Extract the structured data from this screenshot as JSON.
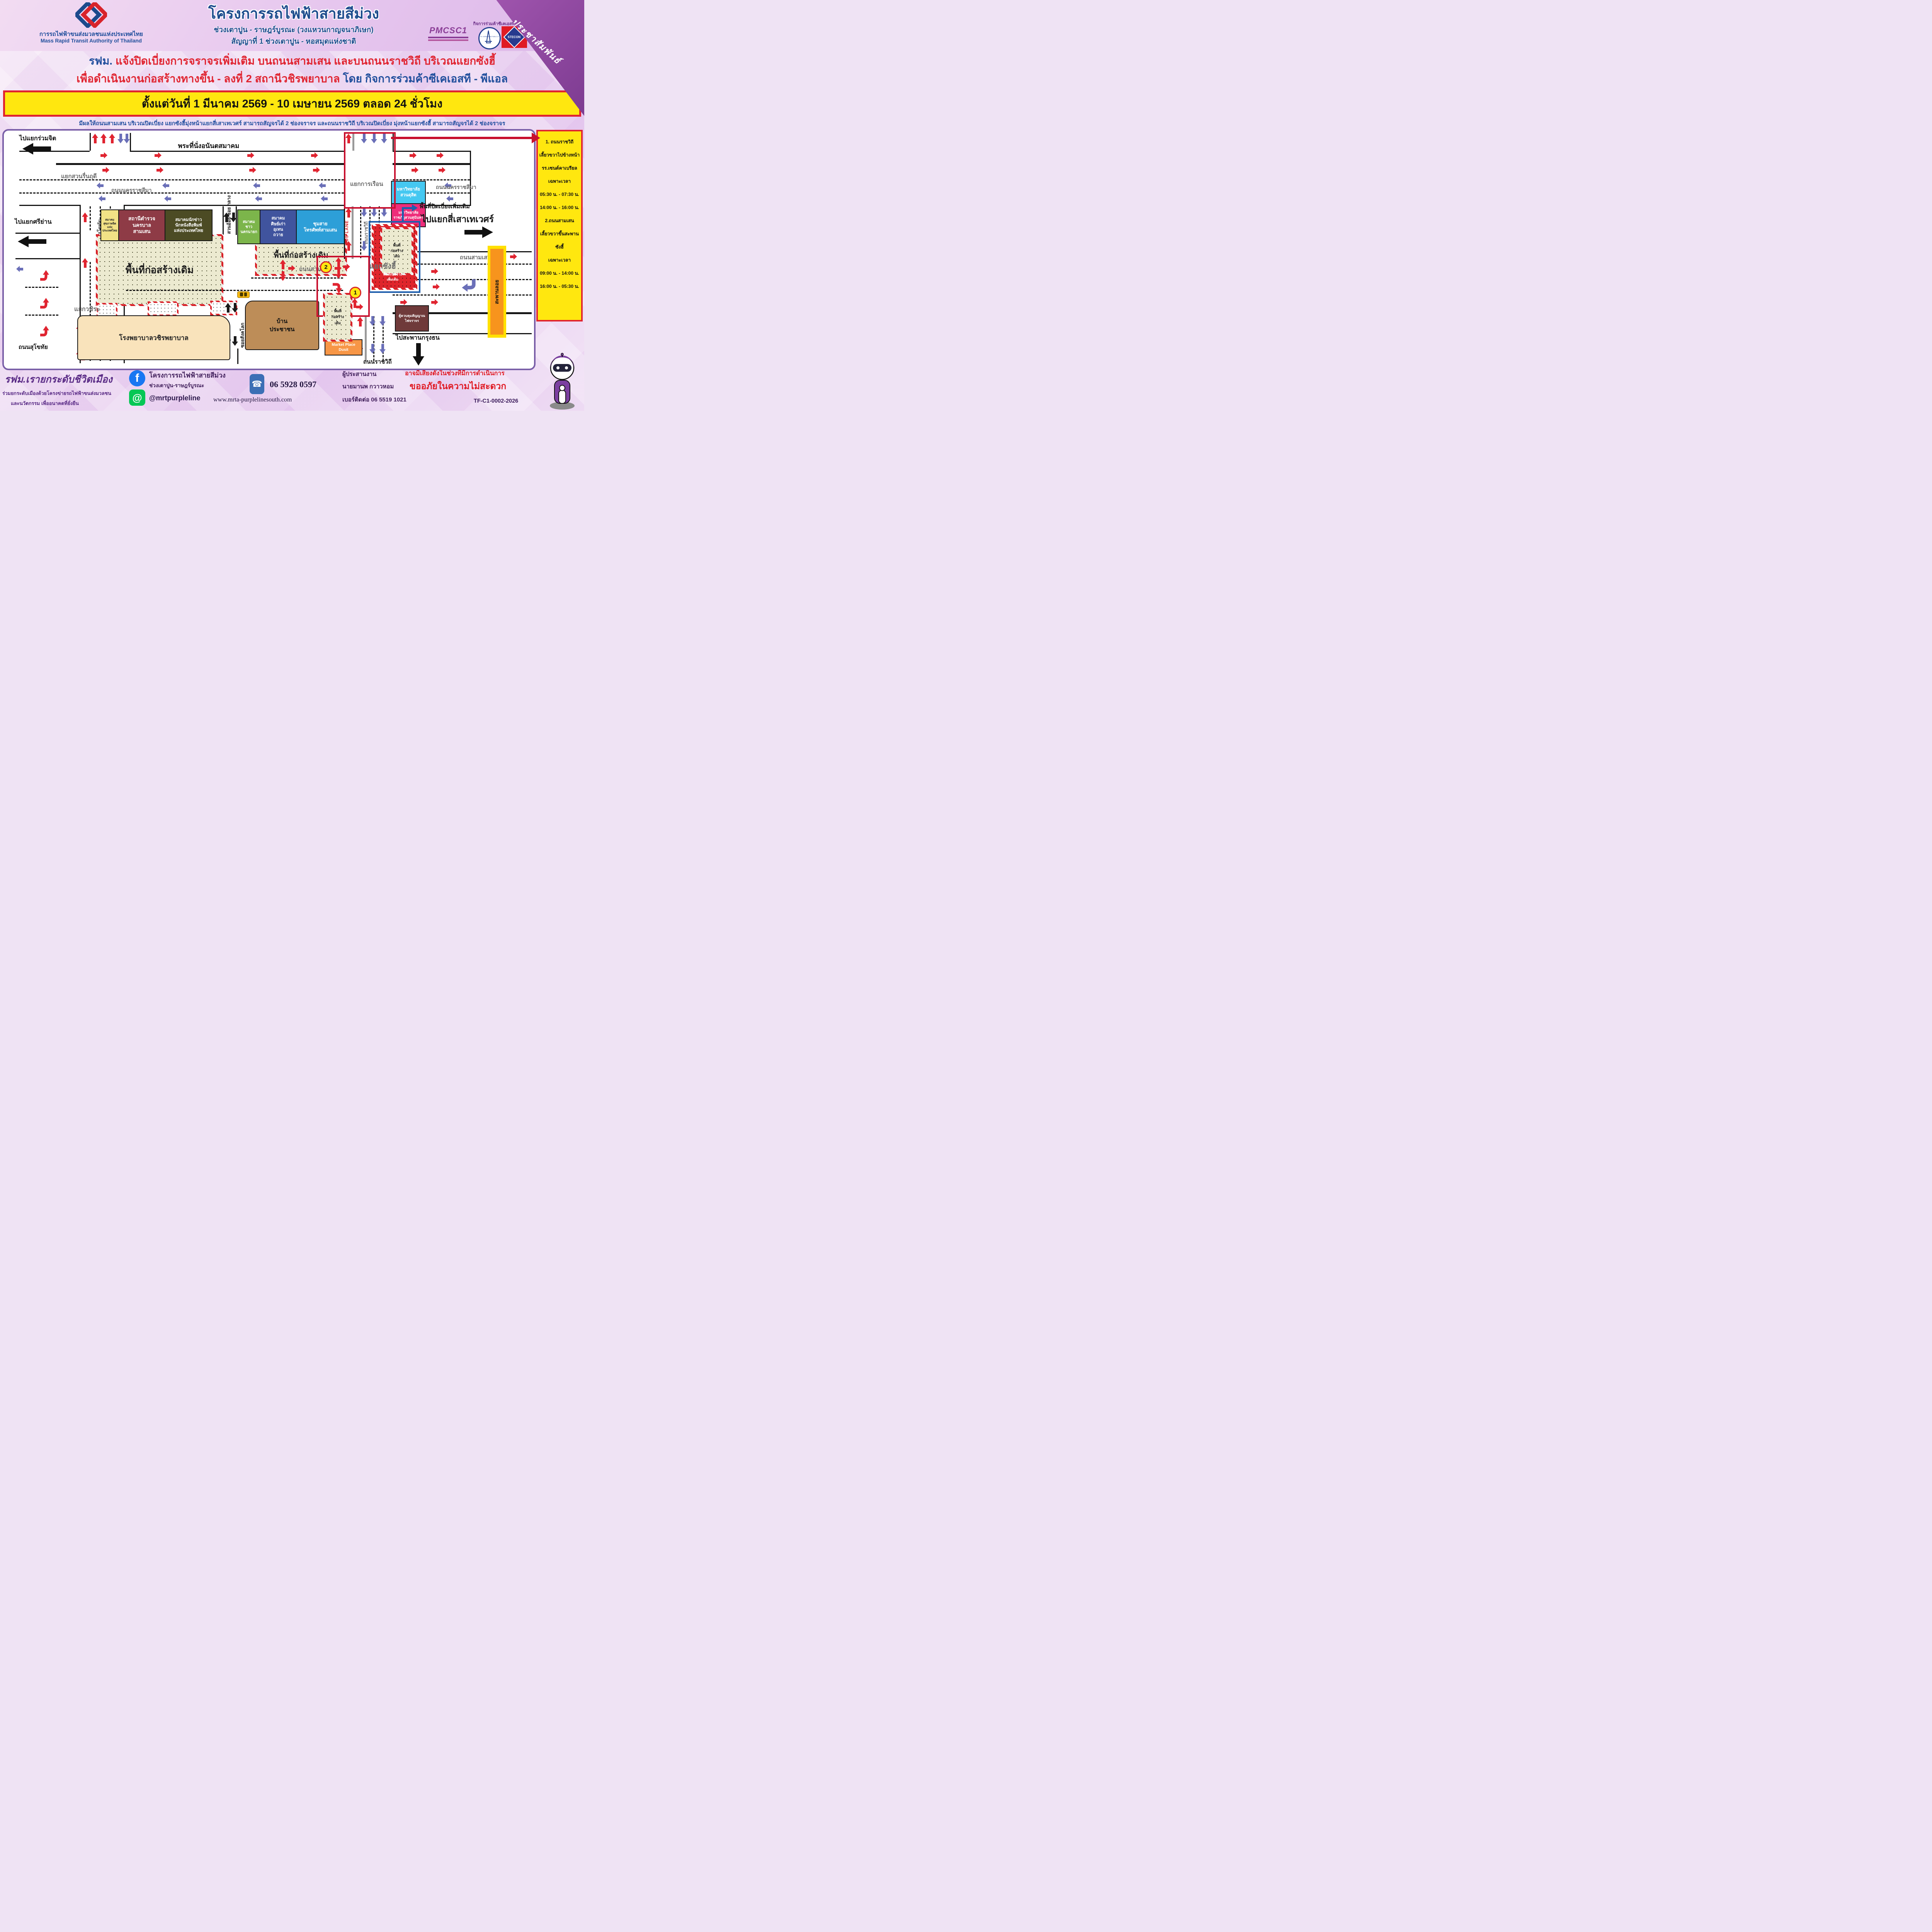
{
  "colors": {
    "accent_red": "#e02430",
    "accent_blue": "#1f4e9c",
    "banner_yellow": "#ffe70f",
    "map_border_purple": "#7a5fa8",
    "ribbon_purple": "#8d3f9b",
    "footer_purple": "#5a2b86",
    "construction_khaki": "#ecead0",
    "construction_red": "#e0252c",
    "highlight_blue_box": "#1f5fad"
  },
  "header": {
    "agency_th": "การรถไฟฟ้าขนส่งมวลชนแห่งประเทศไทย",
    "agency_en": "Mass Rapid Transit Authority of Thailand",
    "title": "โครงการรถไฟฟ้าสายสีม่วง",
    "subtitle1": "ช่วงเตาปูน - ราษฎร์บูรณะ (วงแหวนกาญจนาภิเษก)",
    "subtitle2": "สัญญาที่ 1 ช่วงเตาปูน - หอสมุดแห่งชาติ",
    "jv_label": "กิจการร่วมค้าซีเคเอสที-พีแอล",
    "pmcsc_logo": "PMCSC1",
    "ch_logo_text": "CH. KARNCHANG PUBLIC COMPANY LIMITED",
    "stecon_logo": "STECON",
    "ribbon": "ประชาสัมพันธ์"
  },
  "announcement": {
    "line1_blue": "รฟม.",
    "line1_red": "แจ้งปิดเบี่ยงการจราจรเพิ่มเติม บนถนนสามเสน และบนถนนราชวิถี บริเวณแยกซังฮี้",
    "line2_red": "เพื่อดำเนินงานก่อสร้างทางขึ้น - ลงที่ 2 สถานีวชิรพยาบาล",
    "line2_blue": "โดย กิจการร่วมค้าซีเคเอสที - พีแอล"
  },
  "banner": {
    "text": "ตั้งแต่วันที่ 1 มีนาคม 2569 - 10 เมษายน 2569 ตลอด 24 ชั่วโมง"
  },
  "note": {
    "text": "มีผลให้ถนนสามเสน บริเวณปิดเบี่ยง แยกซังฮี้มุ่งหน้าแยกสี่เสาเทเวศร์ สามารถสัญจรได้ 2 ช่องจราจร และถนนราชวิถี บริเวณปิดเบี่ยง มุ่งหน้าแยกซังฮี้ สามารถสัญจรได้ 2 ช่องจราจร"
  },
  "map": {
    "labels": {
      "to_ruamchit": "ไปแยกร่วมจิต",
      "ananta_throne_hall": "พระที่นั่งอนันตสมาคม",
      "suan_ruen_rudee": "แยกสวนรื่นฤดี",
      "nakhon_ratchasima_left": "ถนนนครราชสีมา",
      "nakhon_ratchasima_right": "ถนนนครราชสีมา",
      "kan_ruean": "แยกการเรือน",
      "sukhothai_vertical": "ถนนสุโขทัย",
      "sukhothai_bottom": "ถนนสุโขทัย",
      "to_sri_yan": "ไปแยกศรีย่าน",
      "wachira": "แยกวชิระ",
      "samsen_mid": "ถนนสามเสน",
      "samsen_right": "ถนนสามเสน",
      "sang_hi": "แยกซังฮี้",
      "suan_oi": "สวนอ้อย ซอย กลาง",
      "soi_sangkhalok": "ซอยสังคโลก",
      "ratchawithi_vertical": "ถนนราชวิถี",
      "ratchawithi_bottom": "ถนนราชวิถี",
      "bus_lane": "BUS LANE",
      "to_si_sao_thewet": "ไปแยกสี่เสาเทเวศร์",
      "to_krungthon_bridge": "ไปสะพานกรุงธน",
      "saphan_loi": "สะพานลอย",
      "extra_diversion": "พื้นที่ปิดเบี่ยงเพิ่มเติม"
    },
    "areas": {
      "old_left": "พื้นที่ก่อสร้างเดิม",
      "old_right": "พื้นที่ก่อสร้างเดิม",
      "old_small": "พื้นที่\nก่อสร้าง\nเดิม",
      "old_small_inset": "พื้นที่\nก่อสร้าง\nเดิม",
      "new_area": "พื้นที่ก่อสร้าง\nเพิ่มเติม"
    },
    "badges": {
      "b1": "1",
      "b2": "2"
    },
    "buildings": [
      {
        "label": "สมาคม\nสุขภาพจิต\nแห่ง\nประเทศไทย",
        "color": "#f2e286"
      },
      {
        "label": "สถานีตำรวจ\nนครบาล\nสามเสน",
        "color": "#8e3b46"
      },
      {
        "label": "สมาคมนักข่าว\nนักหนังสือพิมพ์\nแห่งประเทศไทย",
        "color": "#4c4b24"
      },
      {
        "label": "สมาคม\nชาว\nนครนายก",
        "color": "#7cb54b"
      },
      {
        "label": "สมาคม\nศิษย์เก่า\nอุเทน\nถวาย",
        "color": "#40549e"
      },
      {
        "label": "ชุมสาย\nโทรศัพท์สามเสน",
        "color": "#2d9fd8"
      },
      {
        "label": "มหาวิทยาลัย\nสวนดุสิต",
        "color": "#45c8f1"
      },
      {
        "label": "มหาวิทยาลัย\nราชภัฏสวนสุนันทา",
        "color": "#ee2d7a"
      },
      {
        "label": "บ้าน\nประชาชน",
        "color": "#bd8d58"
      },
      {
        "label": "โรงพยาบาลวชิรพยาบาล",
        "color": "#f9e3bb"
      },
      {
        "label": "Market Place\nDusit",
        "color": "#f79646"
      },
      {
        "label": "ตู้ควบคุมสัญญาณ\nไฟจราจร",
        "color": "#6f3a3a"
      }
    ]
  },
  "info_box": {
    "lines": [
      "1. ถนนราชวิถี",
      "เลี้ยวขวาไปข้างหน้า",
      "รร.เซนต์คาเบรียล",
      "เฉพาะเวลา",
      "05:30 น. - 07:30 น.",
      "14:00 น. - 16:00 น.",
      "",
      "2.ถนนสามเสน",
      "เลี้ยวขวาขึ้นสะพาน",
      "ซังฮี้",
      "เฉพาะเวลา",
      "09:00 น. - 14:00 น.",
      "16:00 น. - 05:30 น."
    ]
  },
  "footer": {
    "slogan": "รฟม.เรายกระดับชีวิตเมือง",
    "tagline1": "ร่วมยกระดับเมืองด้วยโครงข่ายรถไฟฟ้าขนส่งมวลชน",
    "tagline2": "และนวัตกรรม เพื่ออนาคตที่ยั่งยืน",
    "fb_title": "โครงการรถไฟฟ้าสายสีม่วง",
    "fb_sub": "ช่วงเตาปูน-ราษฎร์บูรณะ",
    "line_id": "@mrtpurpleline",
    "website": "www.mrta-purplelinesouth.com",
    "phone": "06 5928 0597",
    "coordinator_label": "ผู้ประสานงาน",
    "coordinator_name": "นายมานพ  กวาวหอม",
    "coordinator_phone": "เบอร์ติดต่อ 06 5519 1021",
    "noise1": "อาจมีเสียงดังในช่วงที่มีการดำเนินการ",
    "noise2": "ขออภัยในความไม่สะดวก",
    "doc_code": "TF-C1-0002-2026"
  }
}
